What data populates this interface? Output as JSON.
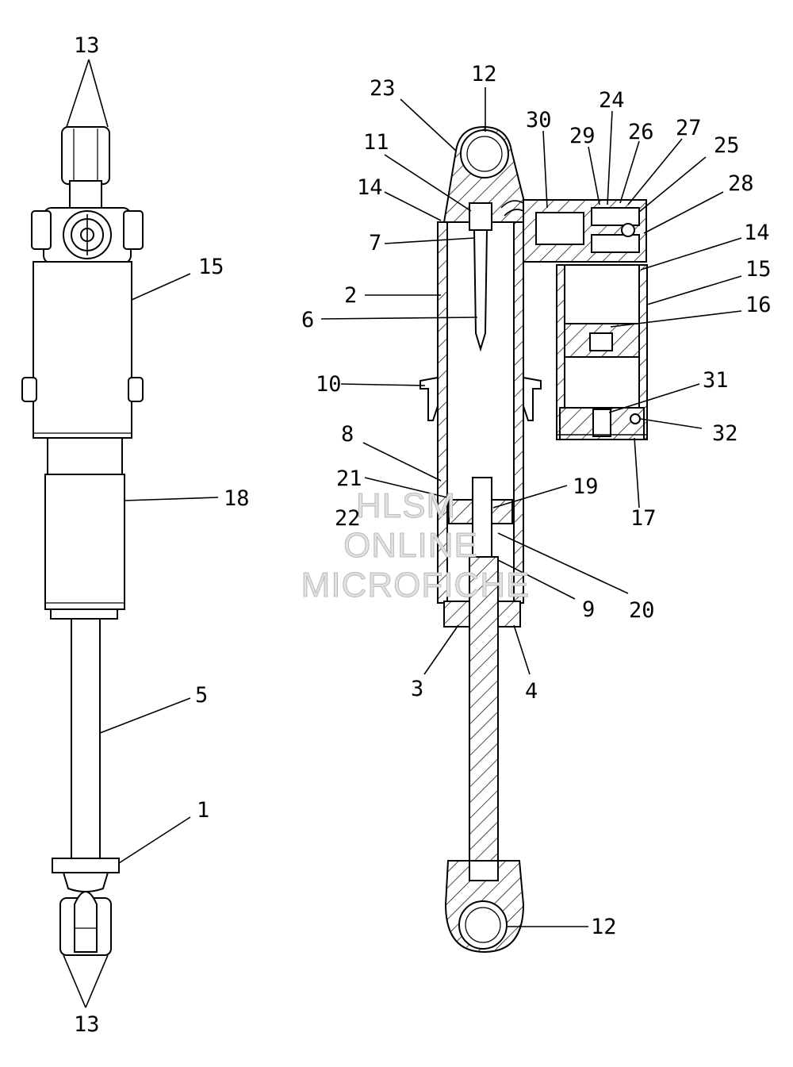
{
  "callouts": [
    {
      "id": "l13a",
      "text": "13"
    },
    {
      "id": "l15a",
      "text": "15"
    },
    {
      "id": "l18",
      "text": "18"
    },
    {
      "id": "l5",
      "text": "5"
    },
    {
      "id": "l1",
      "text": "1"
    },
    {
      "id": "l13b",
      "text": "13"
    },
    {
      "id": "l12a",
      "text": "12"
    },
    {
      "id": "l23",
      "text": "23"
    },
    {
      "id": "l30",
      "text": "30"
    },
    {
      "id": "l24",
      "text": "24"
    },
    {
      "id": "l29",
      "text": "29"
    },
    {
      "id": "l26",
      "text": "26"
    },
    {
      "id": "l27",
      "text": "27"
    },
    {
      "id": "l25",
      "text": "25"
    },
    {
      "id": "l28",
      "text": "28"
    },
    {
      "id": "l11",
      "text": "11"
    },
    {
      "id": "l14a",
      "text": "14"
    },
    {
      "id": "l7",
      "text": "7"
    },
    {
      "id": "l14b",
      "text": "14"
    },
    {
      "id": "l15b",
      "text": "15"
    },
    {
      "id": "l2",
      "text": "2"
    },
    {
      "id": "l16",
      "text": "16"
    },
    {
      "id": "l6",
      "text": "6"
    },
    {
      "id": "l10",
      "text": "10"
    },
    {
      "id": "l31",
      "text": "31"
    },
    {
      "id": "l32",
      "text": "32"
    },
    {
      "id": "l8",
      "text": "8"
    },
    {
      "id": "l21",
      "text": "21"
    },
    {
      "id": "l19",
      "text": "19"
    },
    {
      "id": "l22",
      "text": "22"
    },
    {
      "id": "l17",
      "text": "17"
    },
    {
      "id": "l9",
      "text": "9"
    },
    {
      "id": "l20",
      "text": "20"
    },
    {
      "id": "l3",
      "text": "3"
    },
    {
      "id": "l4",
      "text": "4"
    },
    {
      "id": "l12b",
      "text": "12"
    }
  ],
  "watermark": {
    "line1": "HLSM",
    "line2": "ONLINE",
    "line3": "MICROFICHE",
    "color": "#e2e2e2"
  }
}
